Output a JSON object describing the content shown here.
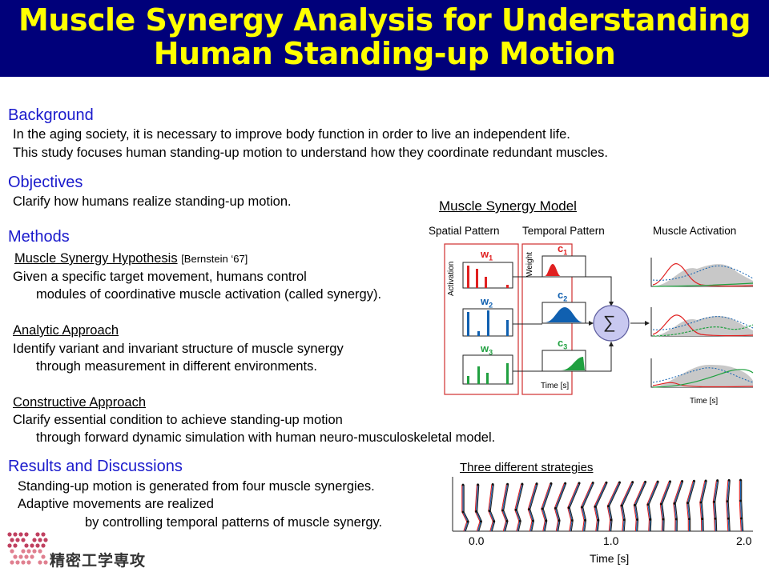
{
  "header": {
    "title_line1": "Muscle Synergy Analysis for Understanding",
    "title_line2": "Human Standing-up Motion"
  },
  "background": {
    "heading": "Background",
    "line1": "In the aging society, it is necessary to improve body function in order to live an independent life.",
    "line2": "This study focuses human standing-up motion to understand how they coordinate redundant muscles."
  },
  "objectives": {
    "heading": "Objectives",
    "line1": "Clarify how humans realize standing-up motion."
  },
  "methods": {
    "heading": "Methods",
    "hypothesis_title": "Muscle Synergy Hypothesis",
    "hypothesis_ref": "[Bernstein ‘67]",
    "hypothesis_line1": "Given a specific target movement, humans control",
    "hypothesis_line2": "modules of coordinative muscle activation (called synergy).",
    "analytic_title": "Analytic Approach",
    "analytic_line1": "Identify variant and invariant structure of muscle synergy",
    "analytic_line2": "through measurement in different environments.",
    "constructive_title": "Constructive Approach",
    "constructive_line1": "Clarify essential condition to achieve standing-up motion",
    "constructive_line2": "through forward dynamic simulation with human neuro-musculoskeletal model."
  },
  "results": {
    "heading": "Results and Discussions",
    "line1": "Standing-up motion is generated from four muscle synergies.",
    "line2": "Adaptive movements are realized",
    "line3": "by controlling temporal patterns of muscle synergy."
  },
  "model": {
    "title": "Muscle Synergy Model",
    "spatial_label": "Spatial Pattern",
    "temporal_label": "Temporal Pattern",
    "activation_label": "Muscle Activation",
    "activation_axis": "Activation",
    "weight_axis": "Weight",
    "w_labels": [
      "w",
      "w",
      "w"
    ],
    "w_subs": [
      "1",
      "2",
      "3"
    ],
    "c_labels": [
      "c",
      "c",
      "c"
    ],
    "c_subs": [
      "1",
      "2",
      "3"
    ],
    "sum_symbol": "∑",
    "time_label": "Time  [s]",
    "time_label_right": "Time  [s]",
    "colors": {
      "red": "#e02020",
      "blue": "#1060b0",
      "green": "#20a040",
      "gray": "#c8c8c8"
    }
  },
  "strategies": {
    "title": "Three different strategies",
    "tick_labels": [
      "0.0",
      "1.0",
      "2.0"
    ],
    "axis_label": "Time [s]"
  },
  "logo": {
    "text": "精密工学専攻"
  }
}
